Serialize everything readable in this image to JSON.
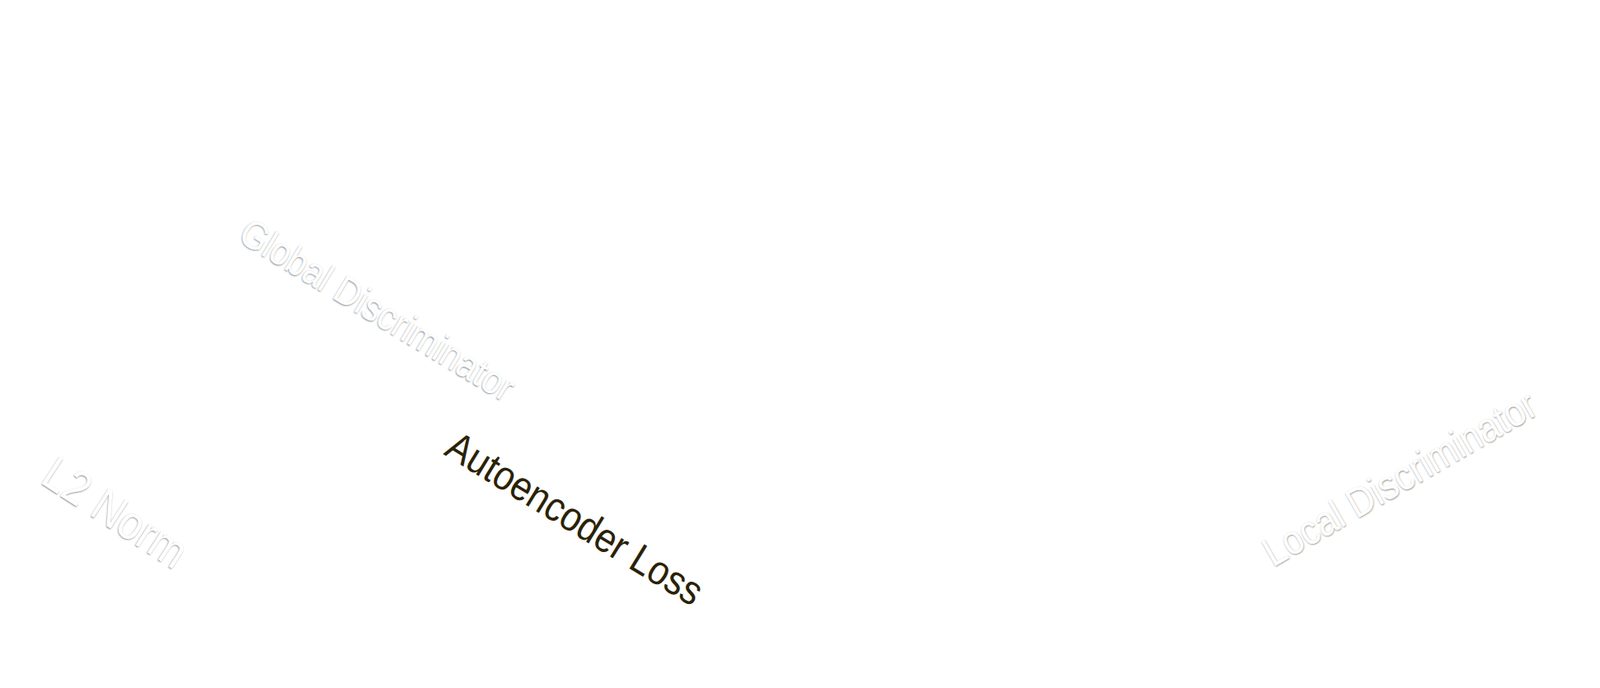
{
  "diagram": {
    "nodes": [
      {
        "text": [
          "Global Discriminator"
        ]
      },
      {
        "text": [
          "L2 Norm"
        ]
      },
      {
        "text": [
          "Autoencoder Loss"
        ]
      },
      {
        "text": [
          "Local Discriminator"
        ]
      }
    ]
  }
}
